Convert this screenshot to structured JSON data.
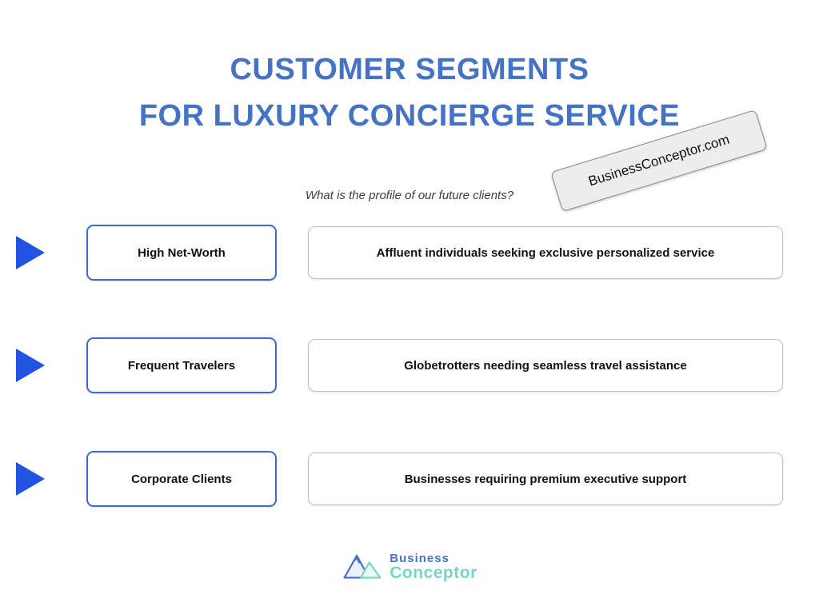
{
  "title": {
    "line1": "CUSTOMER SEGMENTS",
    "line2": "FOR LUXURY CONCIERGE SERVICE"
  },
  "watermark": {
    "text": "BusinessConceptor.com"
  },
  "subtitle": "What is the profile of our future clients?",
  "rows": [
    {
      "label": "High Net-Worth",
      "description": "Affluent individuals seeking exclusive personalized service"
    },
    {
      "label": "Frequent Travelers",
      "description": "Globetrotters needing seamless travel assistance"
    },
    {
      "label": "Corporate Clients",
      "description": "Businesses requiring premium executive support"
    }
  ],
  "logo": {
    "line1": "Business",
    "line2": "Conceptor"
  },
  "colors": {
    "title_blue": "#4472C4",
    "arrow_blue": "#2253E0",
    "label_border_blue": "#3D6BC8",
    "desc_border_gray": "#BFBFBF",
    "logo_business": "#4472C4",
    "logo_conceptor": "#74D6C3"
  }
}
